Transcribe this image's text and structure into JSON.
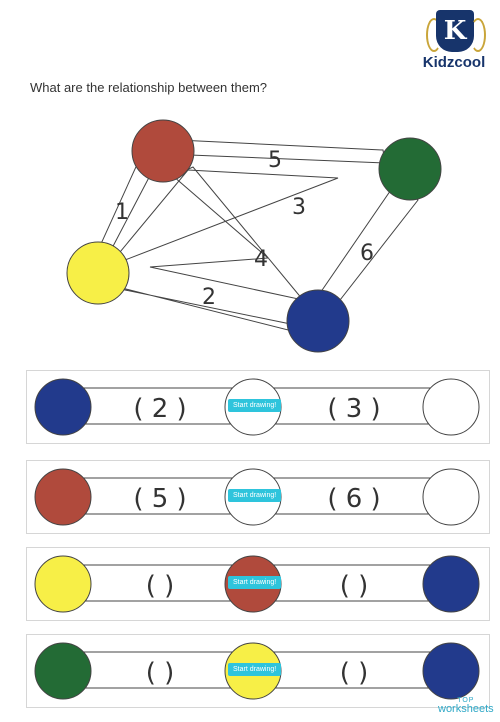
{
  "logo": {
    "letter": "K",
    "name": "Kidzcool"
  },
  "question": "What are the relationship between them?",
  "colors": {
    "red": "#b04a3c",
    "green": "#236b35",
    "yellow": "#f7ef47",
    "blue": "#223a8c",
    "white": "#ffffff",
    "button": "#2ec4dc"
  },
  "diagram_numbers": {
    "n1": "1",
    "n2": "2",
    "n3": "3",
    "n4": "4",
    "n5": "5",
    "n6": "6"
  },
  "rows": [
    {
      "left_color": "blue",
      "middle_color": "white",
      "right_color": "white",
      "first_blank": "( 2 )",
      "second_blank": "( 3 )",
      "button": "Start drawing!"
    },
    {
      "left_color": "red",
      "middle_color": "white",
      "right_color": "white",
      "first_blank": "( 5 )",
      "second_blank": "( 6 )",
      "button": "Start drawing!"
    },
    {
      "left_color": "yellow",
      "middle_color": "red",
      "right_color": "blue",
      "first_blank": "(    )",
      "second_blank": "(    )",
      "button": "Start drawing!"
    },
    {
      "left_color": "green",
      "middle_color": "yellow",
      "right_color": "blue",
      "first_blank": "(    )",
      "second_blank": "(    )",
      "button": "Start drawing!"
    }
  ],
  "footer": {
    "top": "TOP",
    "brand": "worksheets"
  }
}
